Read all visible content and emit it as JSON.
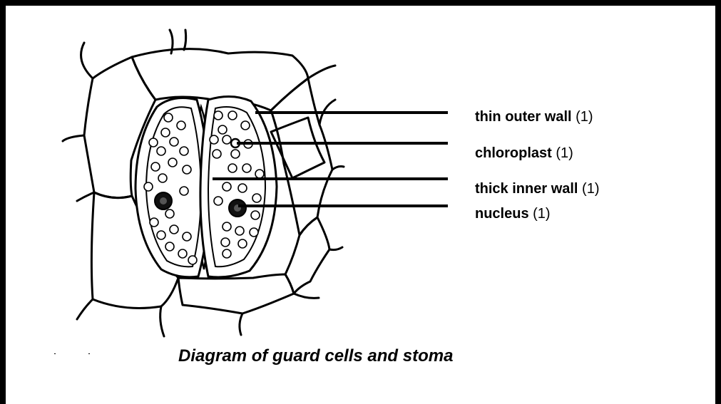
{
  "labels": [
    {
      "term": "thin outer wall",
      "mark": "(1)"
    },
    {
      "term": "chloroplast",
      "mark": "(1)"
    },
    {
      "term": "thick inner wall",
      "mark": "(1)"
    },
    {
      "term": "nucleus",
      "mark": "(1)"
    }
  ],
  "caption": "Diagram of guard cells and  stoma"
}
